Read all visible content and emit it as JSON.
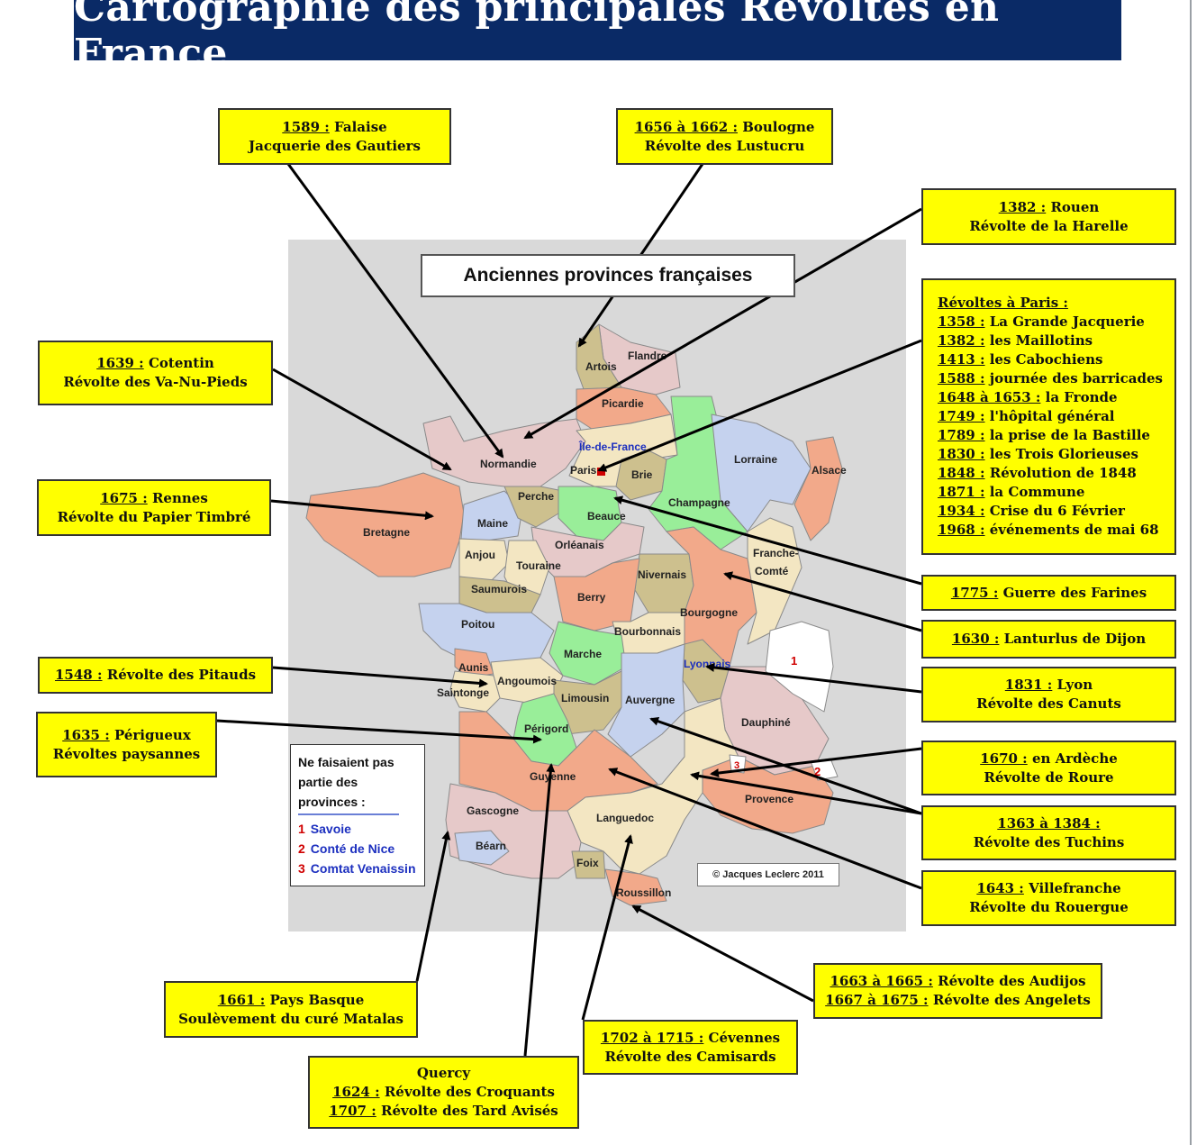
{
  "title": "Cartographie des principales Révoltes en France",
  "map": {
    "title": "Anciennes provinces françaises",
    "copyright": "© Jacques Leclerc 2011",
    "provinces": [
      {
        "name": "Flandre"
      },
      {
        "name": "Artois"
      },
      {
        "name": "Picardie"
      },
      {
        "name": "Normandie"
      },
      {
        "name": "Île-de-France"
      },
      {
        "name": "Paris"
      },
      {
        "name": "Brie"
      },
      {
        "name": "Lorraine"
      },
      {
        "name": "Alsace"
      },
      {
        "name": "Champagne"
      },
      {
        "name": "Bretagne"
      },
      {
        "name": "Maine"
      },
      {
        "name": "Perche"
      },
      {
        "name": "Beauce"
      },
      {
        "name": "Anjou"
      },
      {
        "name": "Touraine"
      },
      {
        "name": "Orléanais"
      },
      {
        "name": "Nivernais"
      },
      {
        "name": "Franche-"
      },
      {
        "name": "Comté"
      },
      {
        "name": "Saumurois"
      },
      {
        "name": "Berry"
      },
      {
        "name": "Bourgogne"
      },
      {
        "name": "Poitou"
      },
      {
        "name": "Bourbonnais"
      },
      {
        "name": "Marche"
      },
      {
        "name": "Lyonnais"
      },
      {
        "name": "Aunis"
      },
      {
        "name": "Angoumois"
      },
      {
        "name": "Saintonge"
      },
      {
        "name": "Limousin"
      },
      {
        "name": "Auvergne"
      },
      {
        "name": "Dauphiné"
      },
      {
        "name": "Périgord"
      },
      {
        "name": "Guyenne"
      },
      {
        "name": "Provence"
      },
      {
        "name": "Gascogne"
      },
      {
        "name": "Languedoc"
      },
      {
        "name": "Béarn"
      },
      {
        "name": "Foix"
      },
      {
        "name": "Roussillon"
      }
    ],
    "markers": [
      "1",
      "2",
      "3"
    ],
    "colors": {
      "panel": "#d9d9d9",
      "salmon": "#f2a98a",
      "pink": "#e6c9c9",
      "blue": "#c5d2ee",
      "green": "#99ee99",
      "olive": "#cdc08e",
      "cream": "#f3e6c2"
    }
  },
  "legend": {
    "title_lines": [
      "Ne faisaient pas",
      "partie des",
      "provinces :"
    ],
    "items": [
      {
        "num": "1",
        "label": "Savoie"
      },
      {
        "num": "2",
        "label": "Conté de Nice"
      },
      {
        "num": "3",
        "label": "Comtat Venaissin"
      }
    ]
  },
  "boxes": {
    "falaise": {
      "lines": [
        [
          {
            "t": "1589 :",
            "u": true
          },
          {
            "t": " Falaise"
          }
        ],
        [
          {
            "t": "Jacquerie des Gautiers"
          }
        ]
      ]
    },
    "boulogne": {
      "lines": [
        [
          {
            "t": "1656 à 1662 :",
            "u": true
          },
          {
            "t": " Boulogne"
          }
        ],
        [
          {
            "t": "Révolte des Lustucru"
          }
        ]
      ]
    },
    "rouen": {
      "lines": [
        [
          {
            "t": "1382 :",
            "u": true
          },
          {
            "t": " Rouen"
          }
        ],
        [
          {
            "t": "Révolte de la Harelle"
          }
        ]
      ]
    },
    "paris": {
      "lines": [
        [
          {
            "t": "Révoltes à Paris :",
            "u": true
          }
        ],
        [
          {
            "t": "1358 :",
            "u": true
          },
          {
            "t": " La Grande Jacquerie"
          }
        ],
        [
          {
            "t": "1382 :",
            "u": true
          },
          {
            "t": " les Maillotins"
          }
        ],
        [
          {
            "t": "1413 :",
            "u": true
          },
          {
            "t": " les Cabochiens"
          }
        ],
        [
          {
            "t": "1588 :",
            "u": true
          },
          {
            "t": " journée des barricades"
          }
        ],
        [
          {
            "t": "1648 à 1653 :",
            "u": true
          },
          {
            "t": " la Fronde"
          }
        ],
        [
          {
            "t": "1749 :",
            "u": true
          },
          {
            "t": " l'hôpital général"
          }
        ],
        [
          {
            "t": "1789 :",
            "u": true
          },
          {
            "t": " la prise de la Bastille"
          }
        ],
        [
          {
            "t": "1830 :",
            "u": true
          },
          {
            "t": " les Trois Glorieuses"
          }
        ],
        [
          {
            "t": "1848 :",
            "u": true
          },
          {
            "t": " Révolution de 1848"
          }
        ],
        [
          {
            "t": "1871 :",
            "u": true
          },
          {
            "t": " la Commune"
          }
        ],
        [
          {
            "t": "1934 :",
            "u": true
          },
          {
            "t": " Crise du 6 Février"
          }
        ],
        [
          {
            "t": "1968 :",
            "u": true
          },
          {
            "t": " événements de mai 68"
          }
        ]
      ]
    },
    "cotentin": {
      "lines": [
        [
          {
            "t": "1639 :",
            "u": true
          },
          {
            "t": " Cotentin"
          }
        ],
        [
          {
            "t": "Révolte des Va-Nu-Pieds"
          }
        ]
      ]
    },
    "rennes": {
      "lines": [
        [
          {
            "t": "1675 :",
            "u": true
          },
          {
            "t": " Rennes"
          }
        ],
        [
          {
            "t": "Révolte du Papier Timbré"
          }
        ]
      ]
    },
    "farines": {
      "lines": [
        [
          {
            "t": "1775 :",
            "u": true
          },
          {
            "t": " Guerre des Farines"
          }
        ]
      ]
    },
    "dijon": {
      "lines": [
        [
          {
            "t": "1630 :",
            "u": true
          },
          {
            "t": " Lanturlus de Dijon"
          }
        ]
      ]
    },
    "pitauds": {
      "lines": [
        [
          {
            "t": "1548 :",
            "u": true
          },
          {
            "t": " Révolte des Pitauds"
          }
        ]
      ]
    },
    "lyon": {
      "lines": [
        [
          {
            "t": "1831 :",
            "u": true
          },
          {
            "t": " Lyon"
          }
        ],
        [
          {
            "t": "Révolte des Canuts"
          }
        ]
      ]
    },
    "perigueux": {
      "lines": [
        [
          {
            "t": "1635 :",
            "u": true
          },
          {
            "t": " Périgueux"
          }
        ],
        [
          {
            "t": "Révoltes paysannes"
          }
        ]
      ]
    },
    "ardeche": {
      "lines": [
        [
          {
            "t": "1670 :",
            "u": true
          },
          {
            "t": " en Ardèche"
          }
        ],
        [
          {
            "t": "Révolte de Roure"
          }
        ]
      ]
    },
    "tuchins": {
      "lines": [
        [
          {
            "t": "1363 à 1384 :",
            "u": true
          }
        ],
        [
          {
            "t": "Révolte des Tuchins"
          }
        ]
      ]
    },
    "villefranche": {
      "lines": [
        [
          {
            "t": "1643 :",
            "u": true
          },
          {
            "t": " Villefranche"
          }
        ],
        [
          {
            "t": "Révolte du Rouergue"
          }
        ]
      ]
    },
    "audijos": {
      "lines": [
        [
          {
            "t": "1663 à 1665 :",
            "u": true
          },
          {
            "t": " Révolte des Audijos"
          }
        ],
        [
          {
            "t": "1667 à 1675 :",
            "u": true
          },
          {
            "t": " Révolte des Angelets"
          }
        ]
      ]
    },
    "basque": {
      "lines": [
        [
          {
            "t": "1661 :",
            "u": true
          },
          {
            "t": " Pays Basque"
          }
        ],
        [
          {
            "t": "Soulèvement du curé Matalas"
          }
        ]
      ]
    },
    "camisards": {
      "lines": [
        [
          {
            "t": "1702 à 1715 :",
            "u": true
          },
          {
            "t": " Cévennes"
          }
        ],
        [
          {
            "t": "Révolte des Camisards"
          }
        ]
      ]
    },
    "quercy": {
      "lines": [
        [
          {
            "t": "Quercy"
          }
        ],
        [
          {
            "t": "1624 :",
            "u": true
          },
          {
            "t": " Révolte des Croquants"
          }
        ],
        [
          {
            "t": "1707 :",
            "u": true
          },
          {
            "t": " Révolte des Tard Avisés"
          }
        ]
      ]
    }
  }
}
